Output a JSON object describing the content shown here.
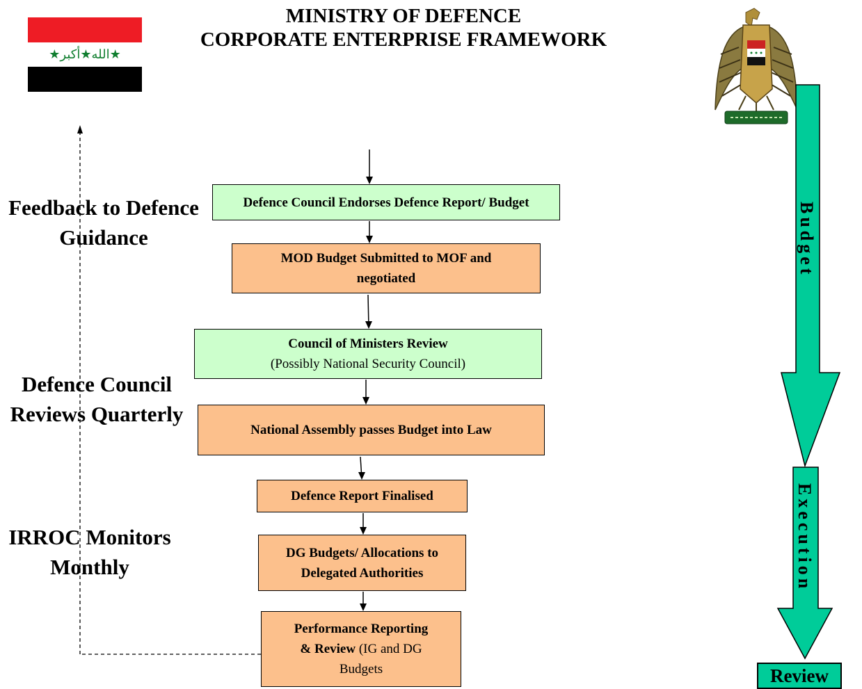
{
  "header": {
    "title_line1": "MINISTRY OF DEFENCE",
    "title_line2": "CORPORATE ENTERPRISE FRAMEWORK",
    "flag_script": "★الله★أكبر★"
  },
  "side_labels": {
    "feedback_line1": "Feedback to Defence",
    "feedback_line2": "Guidance",
    "council_line1": "Defence Council",
    "council_line2": "Reviews Quarterly",
    "irroc_line1": "IRROC Monitors",
    "irroc_line2": "Monthly"
  },
  "flow": {
    "step1": "Defence Council Endorses Defence Report/ Budget",
    "step2_line1": "MOD Budget Submitted to MOF and",
    "step2_line2": "negotiated",
    "step3_line1": "Council of Ministers Review",
    "step3_line2": "(Possibly National Security Council)",
    "step4": "National Assembly passes Budget into Law",
    "step5": "Defence Report Finalised",
    "step6_line1": "DG Budgets/ Allocations to",
    "step6_line2": "Delegated Authorities",
    "step7_line1": "Performance Reporting",
    "step7_line2_bold": "& Review",
    "step7_line2_normal": " (IG and DG",
    "step7_line3": "Budgets"
  },
  "phases": {
    "budget": "Budget",
    "execution": "Execution",
    "review": "Review"
  },
  "colors": {
    "green_box": "#ccffcc",
    "orange_box": "#fcc08c",
    "phase_arrow": "#00cc99",
    "flag_red": "#ee1c25",
    "flag_black": "#000000",
    "flag_script": "#107e2f"
  }
}
